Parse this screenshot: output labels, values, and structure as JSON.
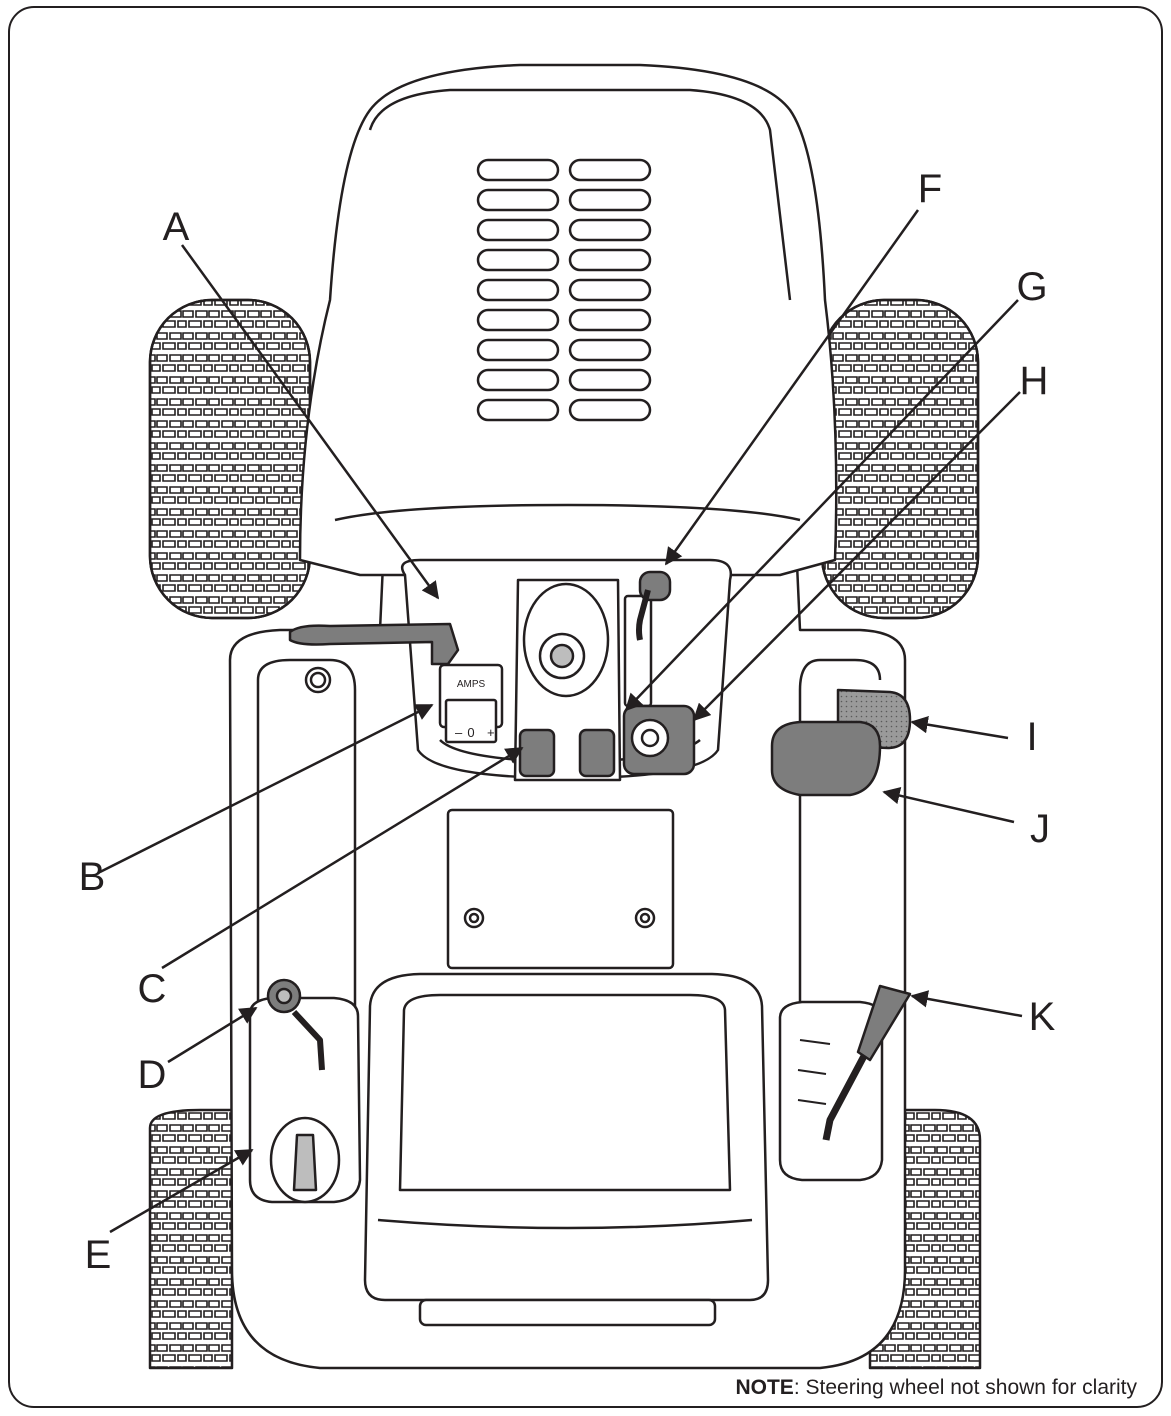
{
  "callouts": {
    "a": "A",
    "b": "B",
    "c": "C",
    "d": "D",
    "e": "E",
    "f": "F",
    "g": "G",
    "h": "H",
    "i": "I",
    "j": "J",
    "k": "K"
  },
  "gauge": {
    "title": "AMPS",
    "minus": "–",
    "zero": "0",
    "plus": "+"
  },
  "note": {
    "prefix": "NOTE",
    "text": ": Steering wheel not shown for clarity"
  },
  "colors": {
    "ink": "#231f20",
    "shade": "#7d7d7d",
    "light": "#bdbdbd",
    "paper": "#ffffff"
  }
}
